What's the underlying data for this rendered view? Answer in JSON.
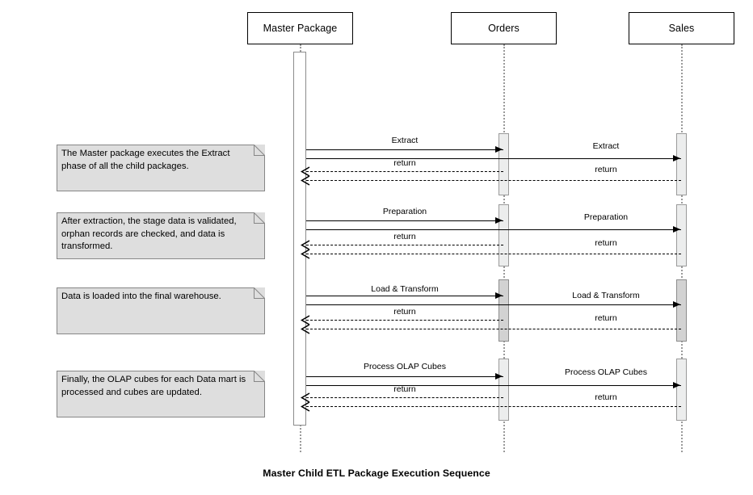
{
  "diagram": {
    "caption": "Master Child ETL Package Execution Sequence",
    "colors": {
      "note_fill": "#dedede",
      "activation_fill": "#eceded",
      "activation_fill_dark": "#d2d2d2",
      "lifeline": "#9a9a9a",
      "stroke": "#000000"
    },
    "lifelines": [
      {
        "id": "master",
        "label": "Master Package"
      },
      {
        "id": "orders",
        "label": "Orders"
      },
      {
        "id": "sales",
        "label": "Sales"
      }
    ],
    "notes": [
      {
        "id": "note-extract",
        "text": "The Master package executes the Extract phase of all the child packages."
      },
      {
        "id": "note-preparation",
        "text": "After extraction, the stage data is validated, orphan records are checked, and data is transformed."
      },
      {
        "id": "note-load",
        "text": "Data is loaded into the final warehouse."
      },
      {
        "id": "note-olap",
        "text": "Finally, the OLAP cubes for each Data mart is processed and cubes are updated."
      }
    ],
    "phases": [
      {
        "id": "phase-extract",
        "call_label": "Extract",
        "return_label": "return",
        "messages": [
          {
            "from": "master",
            "to": "orders",
            "label": "Extract",
            "kind": "call"
          },
          {
            "from": "orders",
            "to": "sales",
            "label": "Extract",
            "kind": "call"
          },
          {
            "from": "orders",
            "to": "master",
            "label": "return",
            "kind": "return"
          },
          {
            "from": "sales",
            "to": "master",
            "label": "return",
            "kind": "return"
          }
        ]
      },
      {
        "id": "phase-preparation",
        "call_label": "Preparation",
        "return_label": "return",
        "messages": [
          {
            "from": "master",
            "to": "orders",
            "label": "Preparation",
            "kind": "call"
          },
          {
            "from": "orders",
            "to": "sales",
            "label": "Preparation",
            "kind": "call"
          },
          {
            "from": "orders",
            "to": "master",
            "label": "return",
            "kind": "return"
          },
          {
            "from": "sales",
            "to": "master",
            "label": "return",
            "kind": "return"
          }
        ]
      },
      {
        "id": "phase-load",
        "call_label": "Load & Transform",
        "return_label": "return",
        "messages": [
          {
            "from": "master",
            "to": "orders",
            "label": "Load & Transform",
            "kind": "call"
          },
          {
            "from": "orders",
            "to": "sales",
            "label": "Load & Transform",
            "kind": "call"
          },
          {
            "from": "orders",
            "to": "master",
            "label": "return",
            "kind": "return"
          },
          {
            "from": "sales",
            "to": "master",
            "label": "return",
            "kind": "return"
          }
        ]
      },
      {
        "id": "phase-olap",
        "call_label": "Process OLAP Cubes",
        "return_label": "return",
        "messages": [
          {
            "from": "master",
            "to": "orders",
            "label": "Process OLAP Cubes",
            "kind": "call"
          },
          {
            "from": "orders",
            "to": "sales",
            "label": "Process OLAP Cubes",
            "kind": "call"
          },
          {
            "from": "orders",
            "to": "master",
            "label": "return",
            "kind": "return"
          },
          {
            "from": "sales",
            "to": "master",
            "label": "return",
            "kind": "return"
          }
        ]
      }
    ]
  }
}
